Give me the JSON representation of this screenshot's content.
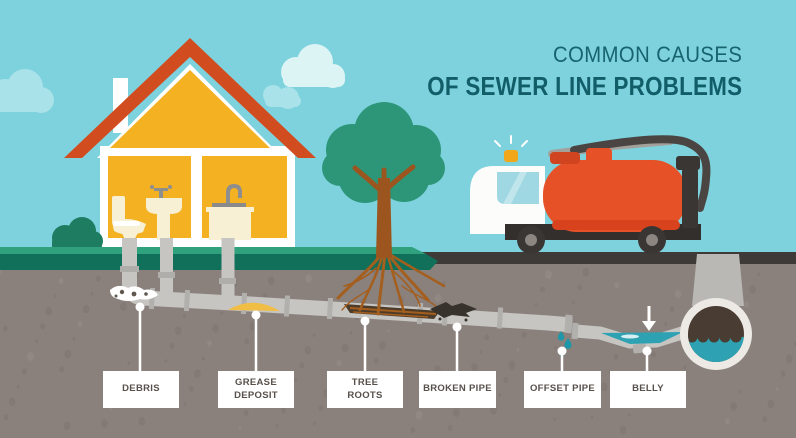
{
  "title": {
    "line1": "COMMON CAUSES",
    "line2": "OF SEWER LINE PROBLEMS"
  },
  "callouts": [
    {
      "label": "DEBRIS"
    },
    {
      "label": "GREASE DEPOSIT"
    },
    {
      "label": "TREE ROOTS"
    },
    {
      "label": "BROKEN PIPE"
    },
    {
      "label": "OFFSET PIPE"
    },
    {
      "label": "BELLY"
    }
  ],
  "scene": {
    "house": "house-cutaway-illustration",
    "fixtures": [
      "toilet-icon",
      "pedestal-sink-icon",
      "kitchen-sink-icon"
    ],
    "tree": "tree-with-roots-illustration",
    "truck": "sewer-vacuum-truck-illustration",
    "pipe": "underground-sewer-lateral-pipe",
    "sewer_main": "sewer-main-cross-section",
    "belly_marker": "down-arrow-icon",
    "leak_marker": "water-drops-icon"
  },
  "colors": {
    "sky": "#7DD2DD",
    "title_text": "#115D68",
    "soil": "#8B817C",
    "road": "#3E3A38",
    "grass_light": "#2FA17D",
    "grass_dark": "#11705A",
    "pipe": "#C6C5C2",
    "water": "#2EA2B3",
    "roof": "#D14D20",
    "wall": "#F4B223",
    "truck_tank": "#E65128",
    "grease": "#F1BE45",
    "label_bg": "#FFFFFF",
    "label_text": "#57504B"
  }
}
